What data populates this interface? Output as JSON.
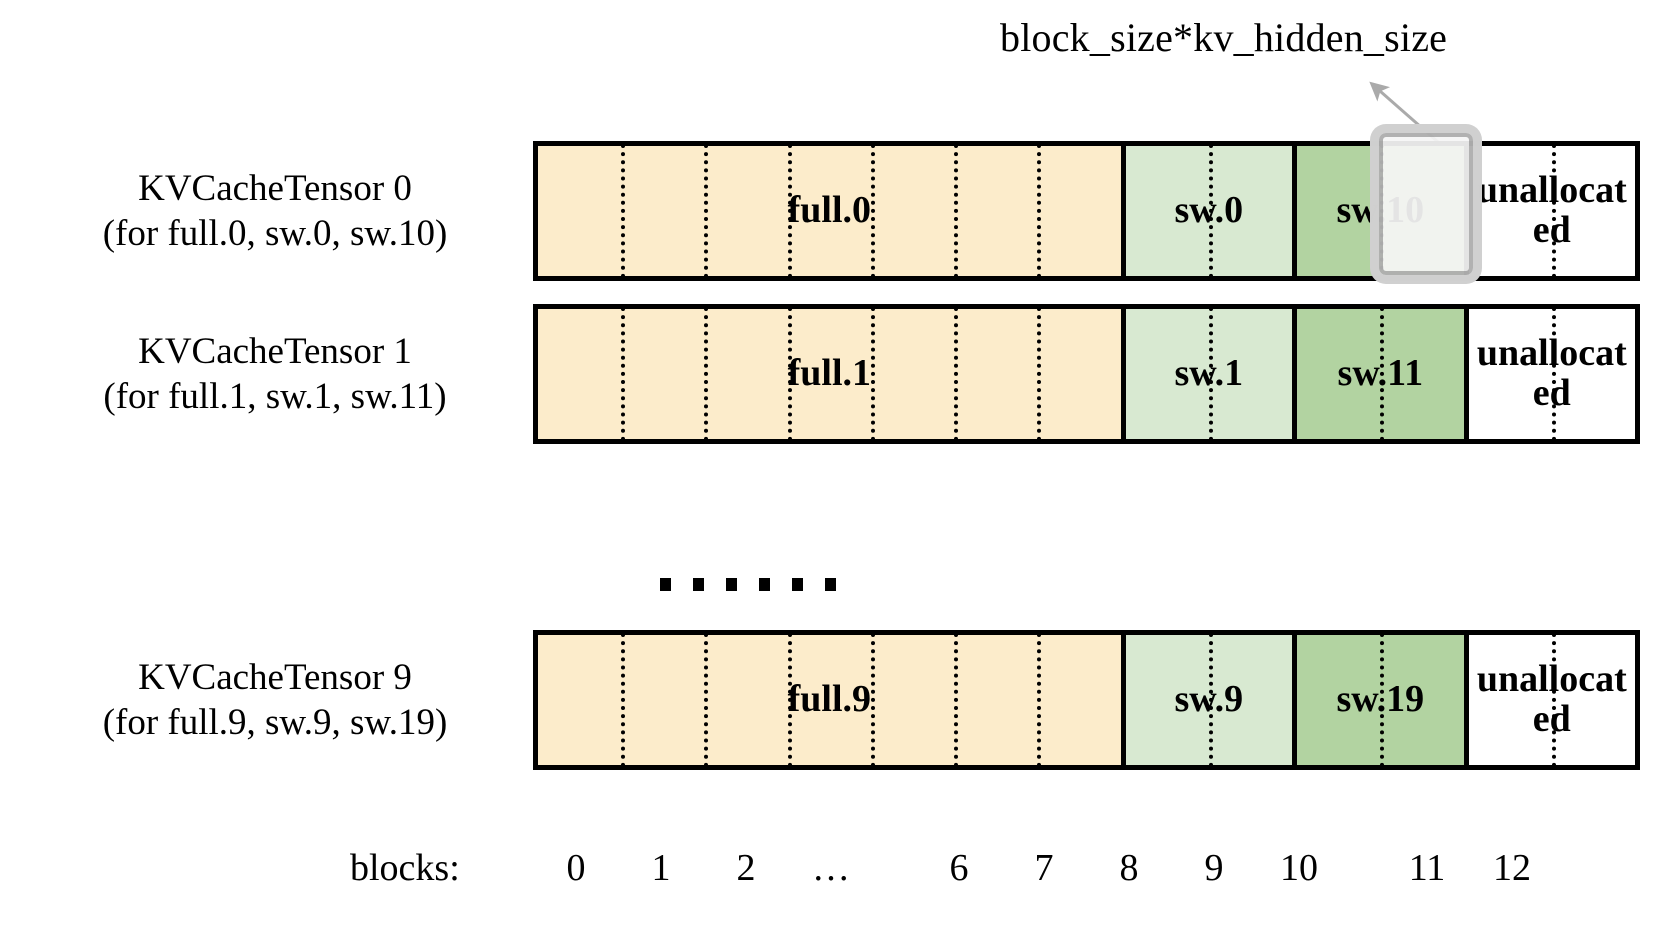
{
  "annotation": {
    "text": "block_size*kv_hidden_size",
    "arrow_color": "#aaaaaa"
  },
  "colors": {
    "full_fill": "#fceccb",
    "sw_light_fill": "#d8e9d1",
    "sw_dark_fill": "#b2d3a1",
    "unallocated_fill": "#ffffff",
    "border": "#000000",
    "highlight_overlay": "#f2f2f2"
  },
  "rows": [
    {
      "label_line1": "KVCacheTensor 0",
      "label_line2": "(for full.0, sw.0, sw.10)",
      "segments": [
        {
          "label": "full.0",
          "kind": "full",
          "blocks": 7
        },
        {
          "label": "sw.0",
          "kind": "sw-light",
          "blocks": 2
        },
        {
          "label": "sw.10",
          "kind": "sw-dark",
          "blocks": 2
        },
        {
          "label": "unallocated",
          "kind": "unallocated",
          "blocks": 2
        }
      ]
    },
    {
      "label_line1": "KVCacheTensor 1",
      "label_line2": "(for full.1, sw.1, sw.11)",
      "segments": [
        {
          "label": "full.1",
          "kind": "full",
          "blocks": 7
        },
        {
          "label": "sw.1",
          "kind": "sw-light",
          "blocks": 2
        },
        {
          "label": "sw.11",
          "kind": "sw-dark",
          "blocks": 2
        },
        {
          "label": "unallocated",
          "kind": "unallocated",
          "blocks": 2
        }
      ]
    },
    {
      "label_line1": "KVCacheTensor 9",
      "label_line2": "(for full.9, sw.9, sw.19)",
      "segments": [
        {
          "label": "full.9",
          "kind": "full",
          "blocks": 7
        },
        {
          "label": "sw.9",
          "kind": "sw-light",
          "blocks": 2
        },
        {
          "label": "sw.19",
          "kind": "sw-dark",
          "blocks": 2
        },
        {
          "label": "unallocated",
          "kind": "unallocated",
          "blocks": 2
        }
      ]
    }
  ],
  "ellipsis": {
    "dot_count": 6
  },
  "axis": {
    "caption": "blocks:",
    "ticks": [
      "0",
      "1",
      "2",
      "…",
      "6",
      "7",
      "8",
      "9",
      "10",
      "11",
      "12"
    ]
  }
}
